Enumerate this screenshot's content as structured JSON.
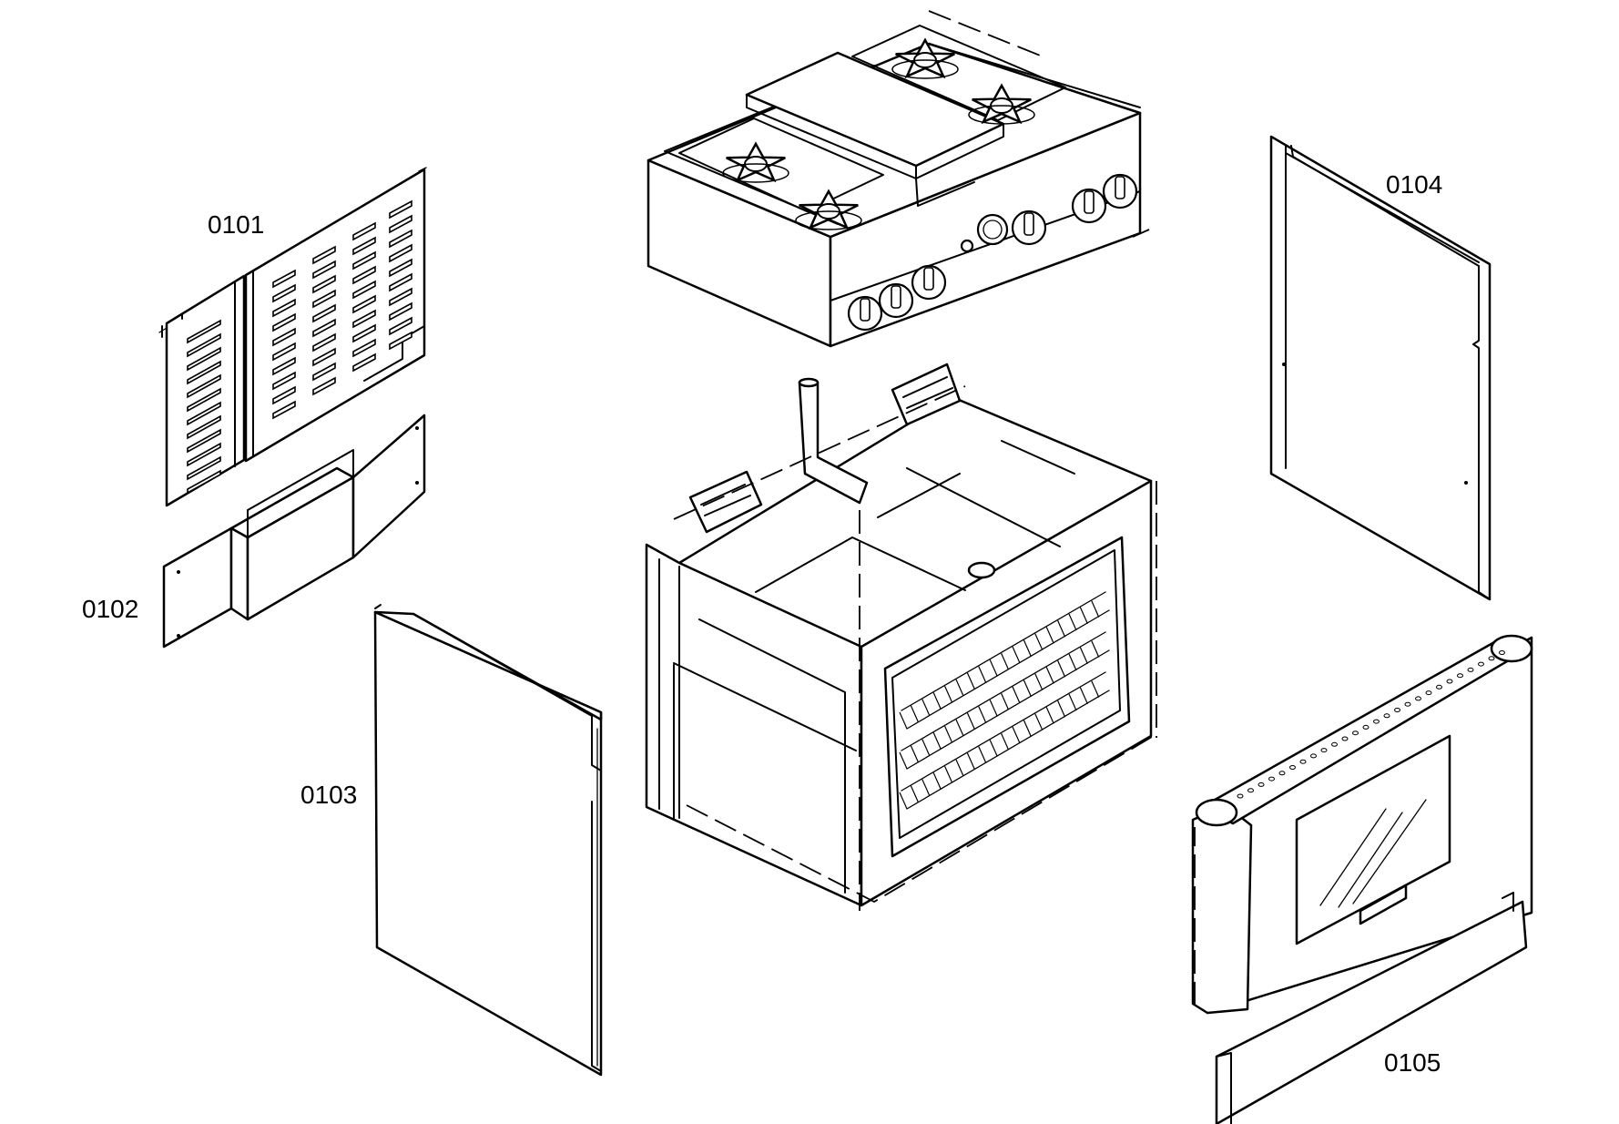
{
  "diagram": {
    "labels": {
      "p0101": "0101",
      "p0102": "0102",
      "p0103": "0103",
      "p0104": "0104",
      "p0105": "0105"
    },
    "colors": {
      "line": "#000000",
      "background": "#ffffff"
    }
  }
}
